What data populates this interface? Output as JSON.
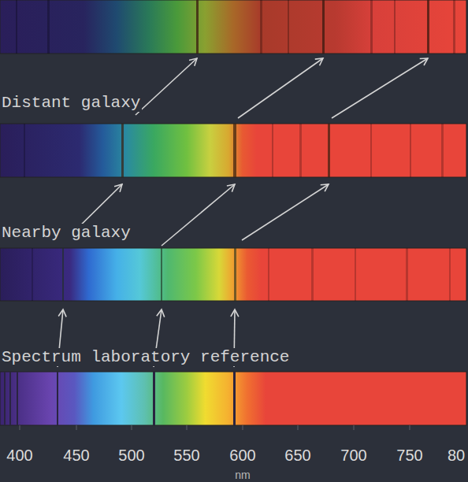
{
  "diagram": {
    "labels": [
      "Distant galaxy",
      "Nearby galaxy",
      "Spectrum laboratory reference",
      "400",
      "450",
      "500",
      "550",
      "600",
      "650",
      "700",
      "750",
      "80",
      "nm"
    ]
  }
}
